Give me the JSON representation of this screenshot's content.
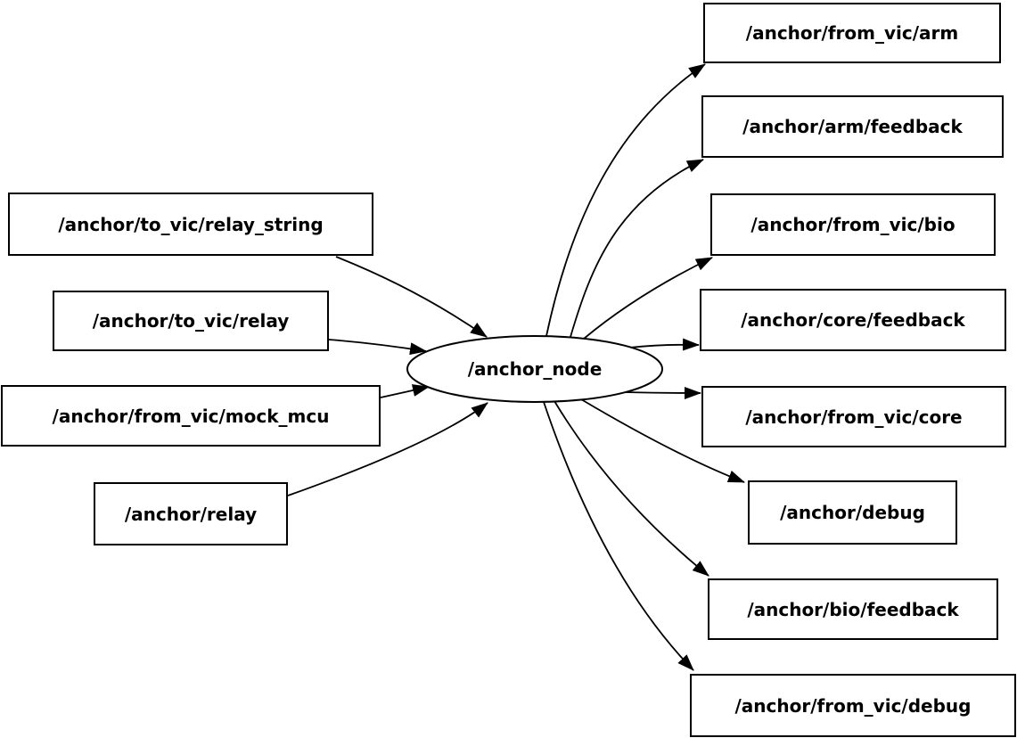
{
  "diagram": {
    "type": "ros-node-graph",
    "background_color": "#ffffff",
    "stroke_color": "#000000",
    "node_fill_color": "#ffffff",
    "center_node": {
      "label": "/anchor_node",
      "shape": "ellipse"
    },
    "input_nodes": [
      {
        "label": "/anchor/to_vic/relay_string"
      },
      {
        "label": "/anchor/to_vic/relay"
      },
      {
        "label": "/anchor/from_vic/mock_mcu"
      },
      {
        "label": "/anchor/relay"
      }
    ],
    "output_nodes": [
      {
        "label": "/anchor/from_vic/arm"
      },
      {
        "label": "/anchor/arm/feedback"
      },
      {
        "label": "/anchor/from_vic/bio"
      },
      {
        "label": "/anchor/core/feedback"
      },
      {
        "label": "/anchor/from_vic/core"
      },
      {
        "label": "/anchor/debug"
      },
      {
        "label": "/anchor/bio/feedback"
      },
      {
        "label": "/anchor/from_vic/debug"
      }
    ],
    "edges": [
      {
        "from": "/anchor/to_vic/relay_string",
        "to": "/anchor_node"
      },
      {
        "from": "/anchor/to_vic/relay",
        "to": "/anchor_node"
      },
      {
        "from": "/anchor/from_vic/mock_mcu",
        "to": "/anchor_node"
      },
      {
        "from": "/anchor/relay",
        "to": "/anchor_node"
      },
      {
        "from": "/anchor_node",
        "to": "/anchor/from_vic/arm"
      },
      {
        "from": "/anchor_node",
        "to": "/anchor/arm/feedback"
      },
      {
        "from": "/anchor_node",
        "to": "/anchor/from_vic/bio"
      },
      {
        "from": "/anchor_node",
        "to": "/anchor/core/feedback"
      },
      {
        "from": "/anchor_node",
        "to": "/anchor/from_vic/core"
      },
      {
        "from": "/anchor_node",
        "to": "/anchor/debug"
      },
      {
        "from": "/anchor_node",
        "to": "/anchor/bio/feedback"
      },
      {
        "from": "/anchor_node",
        "to": "/anchor/from_vic/debug"
      }
    ]
  }
}
